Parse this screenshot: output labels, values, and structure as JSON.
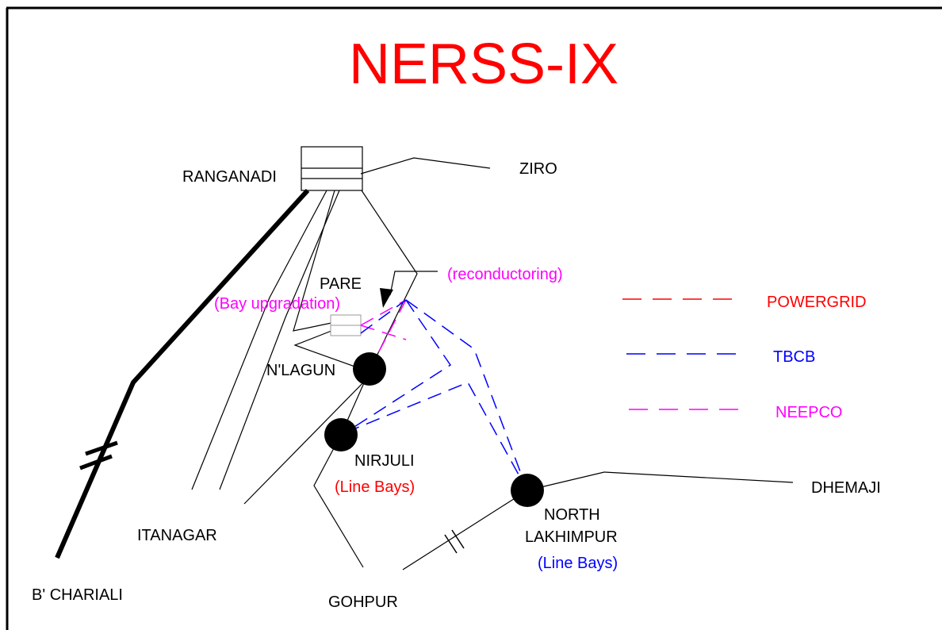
{
  "title": "NERSS-IX",
  "colors": {
    "title": "#ff0000",
    "powergrid": "#ff0000",
    "tbcb": "#0000ff",
    "neepco": "#ff00ff",
    "line": "#000000"
  },
  "stations": {
    "ranganadi": "RANGANADI",
    "ziro": "ZIRO",
    "pare": "PARE",
    "nlagun": "N'LAGUN",
    "nirjuli": "NIRJULI",
    "north_lakhimpur_1": "NORTH",
    "north_lakhimpur_2": "LAKHIMPUR",
    "dhemaji": "DHEMAJI",
    "itanagar": "ITANAGAR",
    "gohpur": "GOHPUR",
    "b_chariali": "B' CHARIALI"
  },
  "annotations": {
    "reconductoring": "(reconductoring)",
    "bay_upgradation": "(Bay upgradation)",
    "nirjuli_line_bays": "(Line Bays)",
    "nl_line_bays": "(Line Bays)"
  },
  "legend": [
    {
      "label": "POWERGRID",
      "color": "#ff0000"
    },
    {
      "label": "TBCB",
      "color": "#0000ff"
    },
    {
      "label": "NEEPCO",
      "color": "#ff00ff"
    }
  ]
}
